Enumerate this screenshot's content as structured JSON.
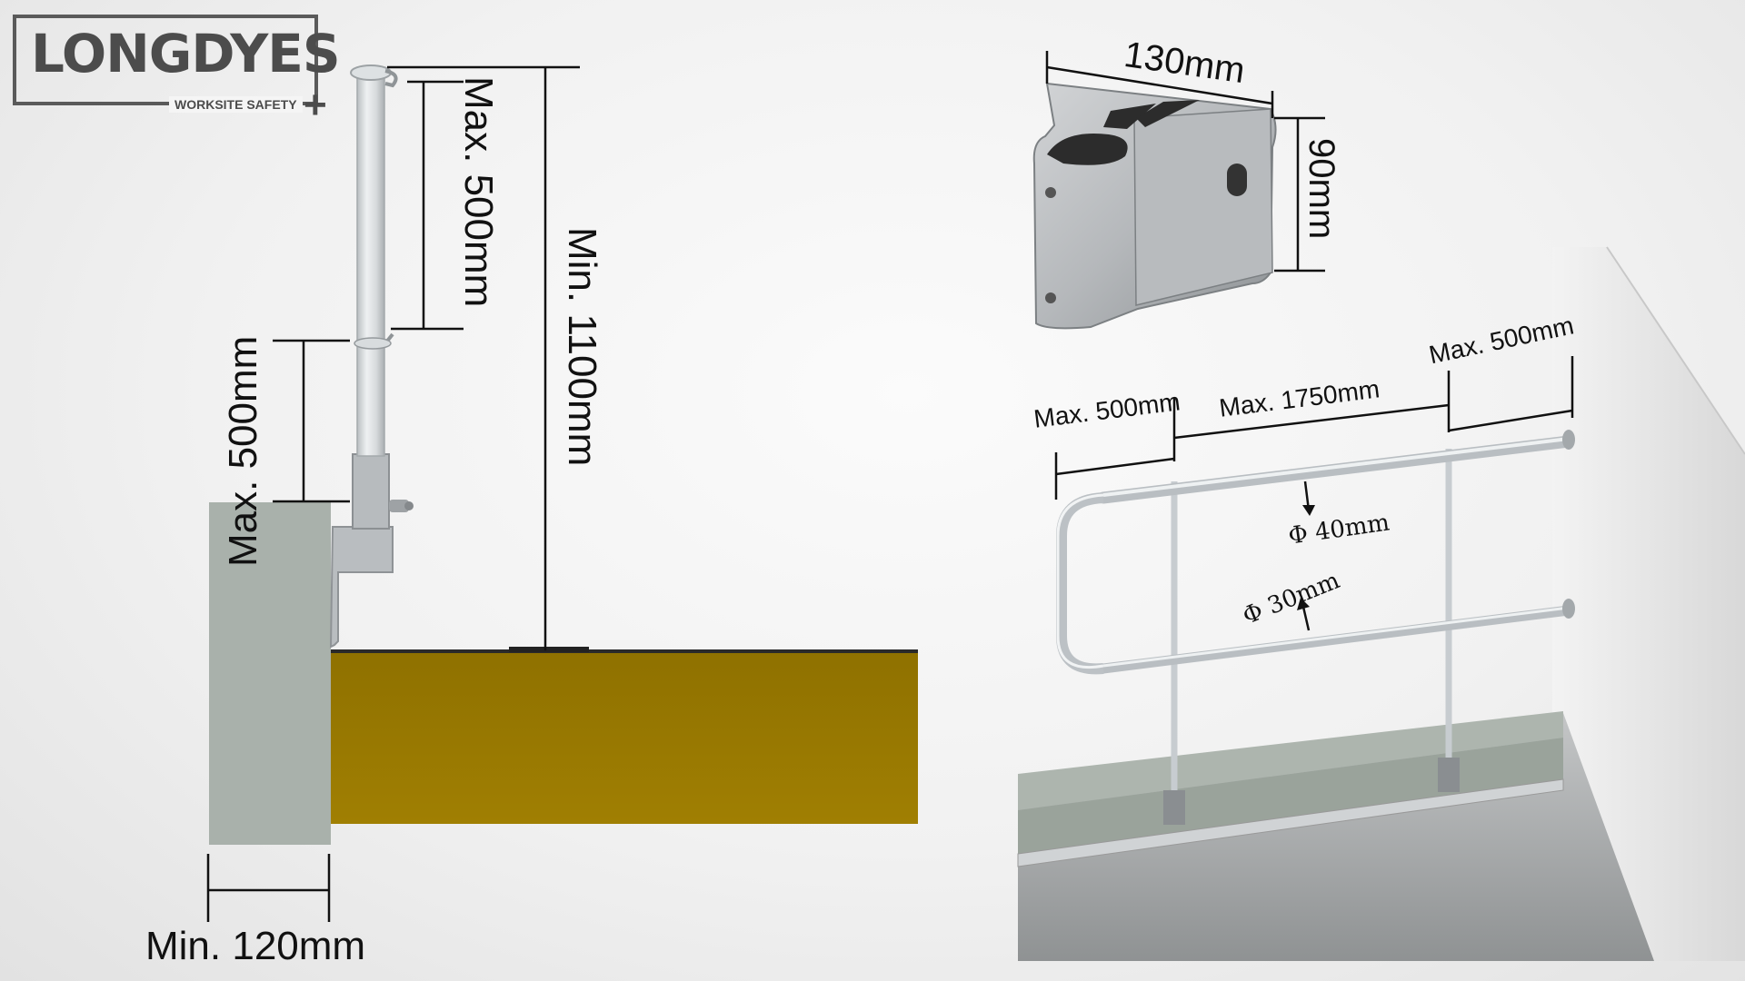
{
  "brand": {
    "name": "LONGDYES",
    "tagline": "WORKSITE SAFETY",
    "plus_glyph": "+"
  },
  "side_view": {
    "post_top_gap": "Max. 500mm",
    "post_total_height": "Min. 1100mm",
    "rail_gap_lower": "Max. 500mm",
    "wall_width": "Min. 120mm"
  },
  "bracket": {
    "width": "130mm",
    "height": "90mm"
  },
  "railing": {
    "end_spacing_left": "Max. 500mm",
    "post_spacing": "Max. 1750mm",
    "end_spacing_right": "Max. 500mm",
    "top_rail_diameter": "Φ 40mm",
    "post_diameter": "Φ 30mm"
  },
  "colors": {
    "concrete": "#a9b1ab",
    "board": "#957600",
    "metal": "#cfd3d6",
    "dimension_line": "#111111"
  }
}
